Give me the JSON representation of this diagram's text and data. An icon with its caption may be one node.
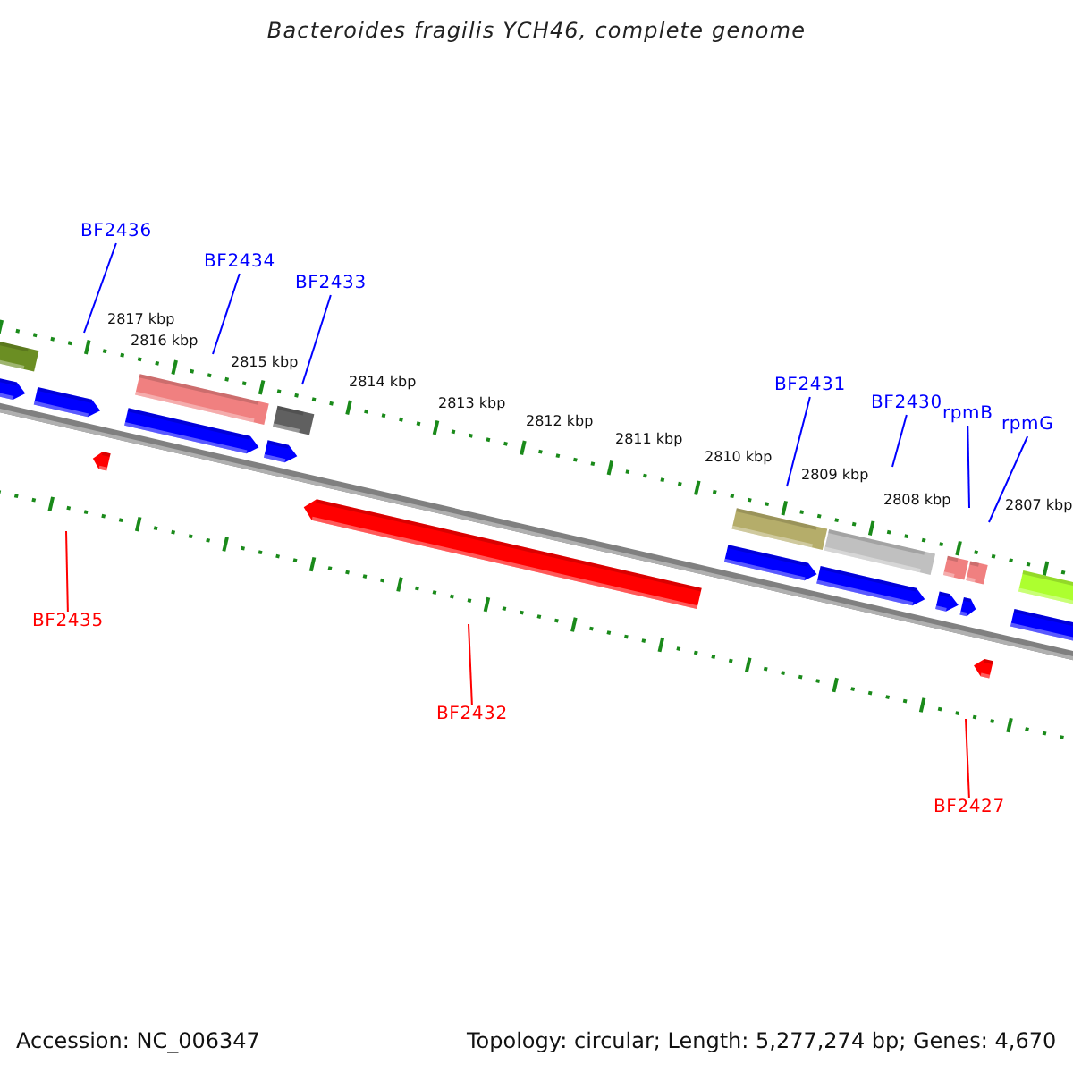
{
  "diagram": {
    "title": "Bacteroides fragilis YCH46, complete genome",
    "nodes": [
      {
        "text": [
          "BF2436"
        ]
      },
      {
        "text": [
          "BF2434"
        ]
      },
      {
        "text": [
          "BF2433"
        ]
      },
      {
        "text": [
          "BF2431"
        ]
      },
      {
        "text": [
          "BF2430"
        ]
      },
      {
        "text": [
          "rpmB"
        ]
      },
      {
        "text": [
          "rpmG"
        ]
      },
      {
        "text": [
          "BF2435"
        ]
      },
      {
        "text": [
          "BF2432"
        ]
      },
      {
        "text": [
          "BF2427"
        ]
      }
    ],
    "edges": [
      {
        "from": 0,
        "to": null,
        "arrow": "none"
      },
      {
        "from": 1,
        "to": null,
        "arrow": "none"
      },
      {
        "from": 2,
        "to": null,
        "arrow": "none"
      },
      {
        "from": 3,
        "to": null,
        "arrow": "none"
      },
      {
        "from": 4,
        "to": null,
        "arrow": "none"
      },
      {
        "from": 5,
        "to": null,
        "arrow": "none"
      },
      {
        "from": 6,
        "to": null,
        "arrow": "none"
      },
      {
        "from": 7,
        "to": null,
        "arrow": "none",
        "color": "#ff0000"
      },
      {
        "from": 8,
        "to": null,
        "arrow": "none",
        "color": "#ff0000"
      },
      {
        "from": 9,
        "to": null,
        "arrow": "none",
        "color": "#ff0000"
      }
    ],
    "labels": [
      "2817 kbp",
      "2816 kbp",
      "2815 kbp",
      "2814 kbp",
      "2813 kbp",
      "2812 kbp",
      "2811 kbp",
      "2810 kbp",
      "2809 kbp",
      "2808 kbp",
      "2807 kbp",
      "Accession: NC_006347",
      "Topology: circular; Length: 5,277,274 bp; Genes: 4,670"
    ]
  }
}
